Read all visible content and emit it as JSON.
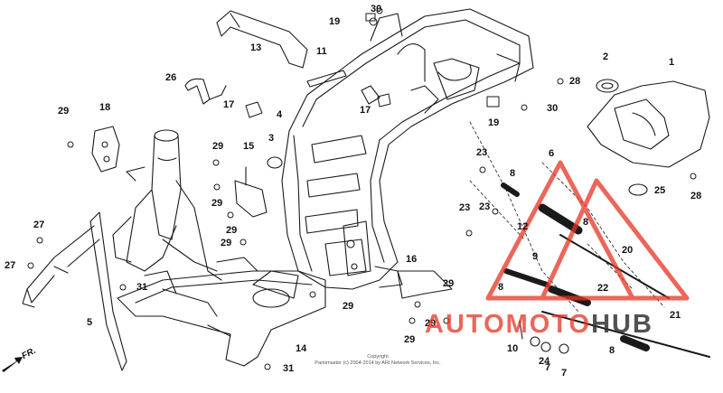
{
  "callouts": [
    "30",
    "19",
    "13",
    "11",
    "26",
    "2",
    "1",
    "28",
    "17",
    "4",
    "17",
    "3",
    "19",
    "30",
    "29",
    "18",
    "29",
    "15",
    "23",
    "6",
    "8",
    "25",
    "28",
    "29",
    "27",
    "29",
    "23",
    "23",
    "12",
    "8",
    "27",
    "31",
    "9",
    "22",
    "20",
    "8",
    "16",
    "29",
    "5",
    "14",
    "29",
    "29",
    "29",
    "29",
    "24",
    "10",
    "7",
    "7",
    "8",
    "21",
    "31"
  ],
  "direction_label": "FR.",
  "copyright": {
    "line1": "Copyright",
    "line2": "Partsmaster (c) 2004-2014 by ARI Network Services, Inc."
  },
  "watermark": {
    "part1": "AUTO",
    "part2": "MOTO",
    "part3": "HUB"
  },
  "colors": {
    "accent": "#e63322",
    "watermark_dark": "#333333",
    "line": "#1a1a1a"
  }
}
